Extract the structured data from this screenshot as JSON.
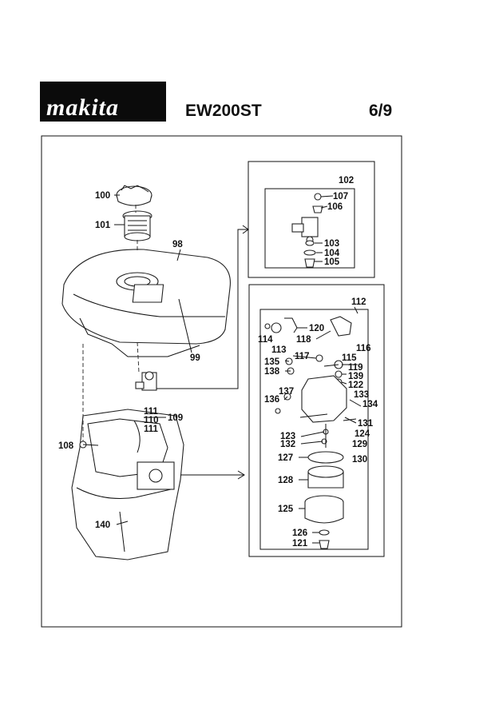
{
  "header": {
    "brand": "makita",
    "model": "EW200ST",
    "page": "6/9"
  },
  "callouts": {
    "c100": "100",
    "c101": "101",
    "c98": "98",
    "c99": "99",
    "c108": "108",
    "c111a": "111",
    "c110": "110",
    "c109": "109",
    "c111b": "111",
    "c140": "140",
    "c102": "102",
    "c107": "107",
    "c106": "106",
    "c103": "103",
    "c104": "104",
    "c105": "105",
    "c112": "112",
    "c120": "120",
    "c114": "114",
    "c113": "113",
    "c118": "118",
    "c116": "116",
    "c117": "117",
    "c115": "115",
    "c135": "135",
    "c119": "119",
    "c138": "138",
    "c139": "139",
    "c122": "122",
    "c137": "137",
    "c133": "133",
    "c136": "136",
    "c134": "134",
    "c131": "131",
    "c124": "124",
    "c123": "123",
    "c132": "132",
    "c129": "129",
    "c127": "127",
    "c130": "130",
    "c128": "128",
    "c125": "125",
    "c126": "126",
    "c121": "121"
  }
}
